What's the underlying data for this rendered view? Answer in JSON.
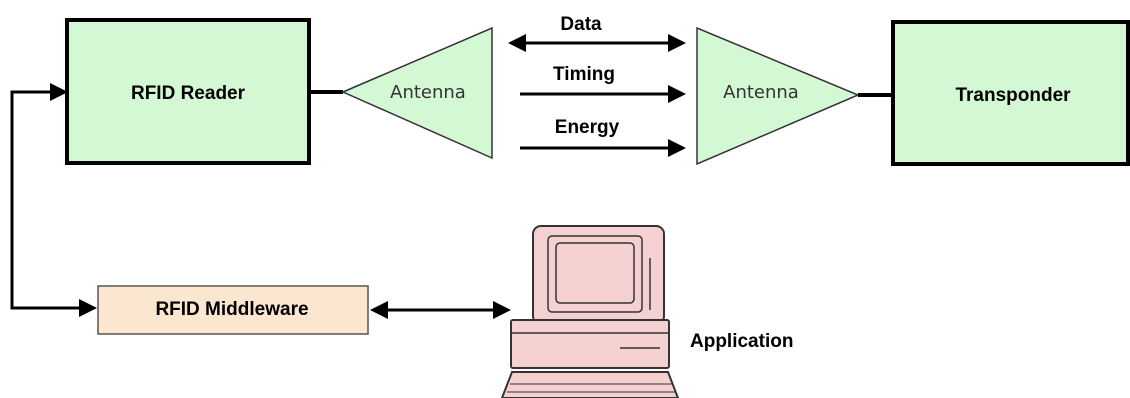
{
  "diagram": {
    "reader_label": "RFID Reader",
    "transponder_label": "Transponder",
    "antenna_left_label": "Antenna",
    "antenna_right_label": "Antenna",
    "signal_data_label": "Data",
    "signal_timing_label": "Timing",
    "signal_energy_label": "Energy",
    "middleware_label": "RFID Middleware",
    "application_label": "Application"
  },
  "colors": {
    "box_fill": "#d4f7d4",
    "box_stroke": "#000000",
    "middleware_fill": "#fbe6cf",
    "computer_fill": "#f5d0d0",
    "line": "#000000"
  }
}
